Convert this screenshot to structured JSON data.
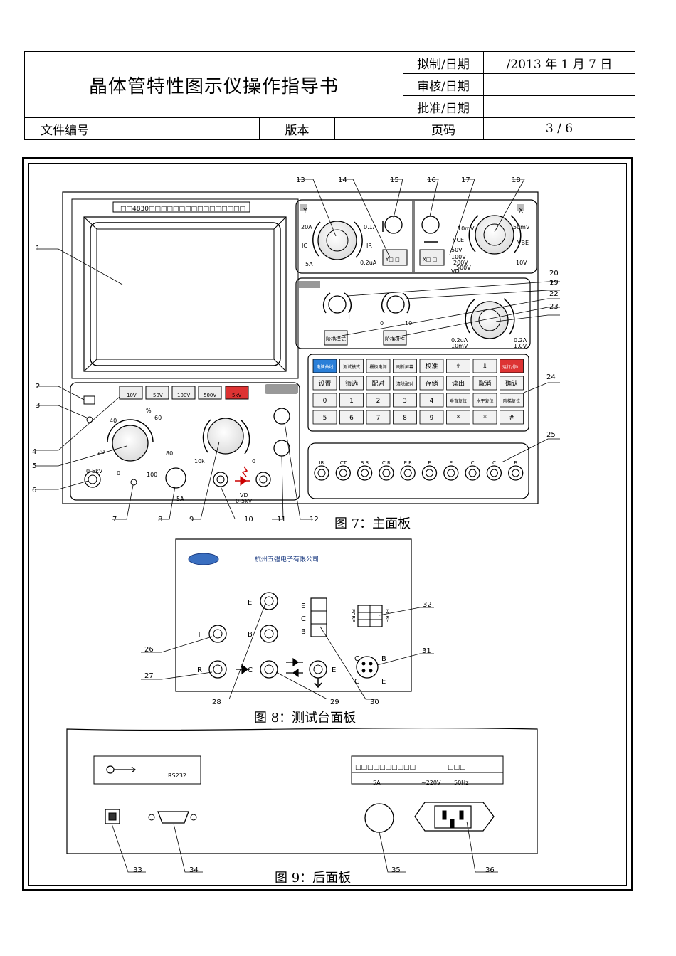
{
  "header": {
    "title": "晶体管特性图示仪操作指导书",
    "draft_label": "拟制/日期",
    "draft_value": "/2013 年 1 月 7 日",
    "review_label": "审核/日期",
    "review_value": "",
    "approve_label": "批准/日期",
    "approve_value": "",
    "doc_no_label": "文件编号",
    "doc_no_value": "",
    "version_label": "版本",
    "version_value": "",
    "page_label": "页码",
    "page_value": "3 / 6"
  },
  "fig7": {
    "caption": "图 7：主面板",
    "model": "4830",
    "callouts": [
      "1",
      "2",
      "3",
      "4",
      "5",
      "6",
      "7",
      "8",
      "9",
      "10",
      "11",
      "12",
      "13",
      "14",
      "15",
      "16",
      "17",
      "18",
      "19",
      "20",
      "21",
      "22",
      "23",
      "24",
      "25"
    ],
    "y_section": "Y",
    "x_section": "X",
    "y_knob_labels": [
      "20A",
      "IC",
      "5A",
      "0.1A",
      "IR",
      "0.2uA"
    ],
    "x_knob_labels": [
      "10mV",
      "VCE",
      "50V",
      "100V",
      "200V",
      "500V",
      "VD",
      "50mV",
      "VBE",
      "10V"
    ],
    "step_knob_labels": [
      "0",
      "10"
    ],
    "step_range_labels": [
      "0.2uA",
      "10mV",
      "0.2A",
      "1.0V"
    ],
    "step_mode_btn": "阶梯模式",
    "step_polarity_btn": "阶梯极性",
    "keypad_row1": [
      "电脑曲线",
      "测试模式",
      "栅极电测",
      "刷新屏幕",
      "校准",
      "⇧",
      "⇩",
      "运行/停止"
    ],
    "keypad_row2": [
      "设置",
      "筛选",
      "配对",
      "清除配对",
      "存储",
      "读出",
      "取消",
      "确认"
    ],
    "keypad_row3": [
      "0",
      "1",
      "2",
      "3",
      "4",
      "垂直复位",
      "水平复位",
      "阶梯复位"
    ],
    "keypad_row4": [
      "5",
      "6",
      "7",
      "8",
      "9",
      "*",
      "*",
      "#"
    ],
    "volt_buttons": [
      "10V",
      "50V",
      "100V",
      "500V",
      "5kV"
    ],
    "percent_scale": [
      "%",
      "40",
      "60",
      "20",
      "80",
      "0",
      "100"
    ],
    "fuse_label": "5A",
    "vd_label": "VD",
    "vd_range": "0-5kV",
    "hv_label": "0-5kV",
    "res_labels": [
      "10k",
      "0"
    ],
    "terminals": [
      "IR",
      "CT",
      "B R",
      "C R",
      "E R",
      "E",
      "E",
      "C",
      "C",
      "B"
    ]
  },
  "fig8": {
    "caption": "图 8：测试台面板",
    "company": "杭州五强电子有限公司",
    "callouts": [
      "26",
      "27",
      "28",
      "29",
      "30",
      "31",
      "32"
    ],
    "socket_labels": [
      "E",
      "B",
      "C",
      "T",
      "IR",
      "E"
    ],
    "switch_labels": [
      "E",
      "C",
      "B"
    ],
    "ecbe_left": "ECBE",
    "ecbe_right": "ECBE",
    "din_labels": [
      "C",
      "B",
      "G",
      "E"
    ]
  },
  "fig9": {
    "caption": "图 9：后面板",
    "rs232": "RS232",
    "fuse": "5A",
    "voltage": "~220V",
    "freq": "50Hz",
    "callouts": [
      "33",
      "34",
      "35",
      "36"
    ]
  }
}
